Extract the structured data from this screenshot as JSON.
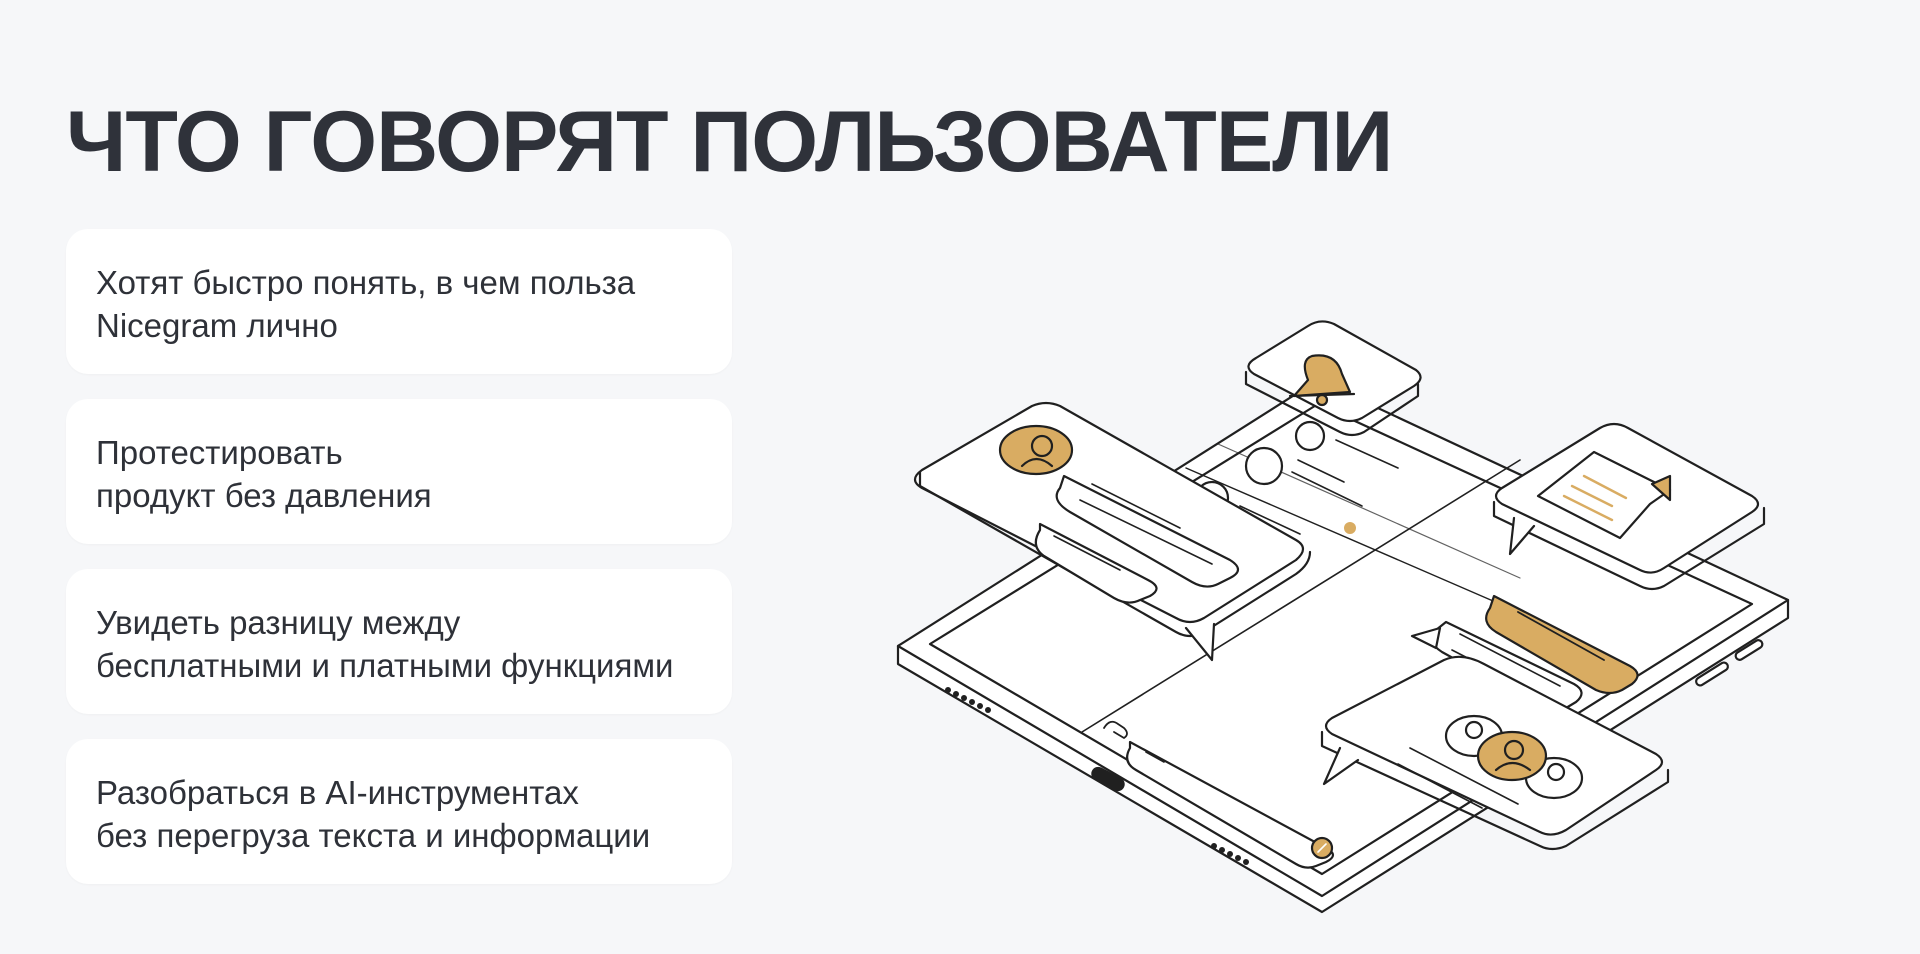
{
  "slide": {
    "title": "ЧТО ГОВОРЯТ ПОЛЬЗОВАТЕЛИ",
    "cards": [
      {
        "text": "Хотят быстро понять, в чем польза\nNicegram лично"
      },
      {
        "text": "Протестировать\nпродукт без давления"
      },
      {
        "text": "Увидеть разницу между\nбесплатными и платными функциями"
      },
      {
        "text": "Разобраться в AI-инструментах\nбез перегруза текста и информации"
      }
    ]
  },
  "illustration": {
    "accent_color": "#d9ac62",
    "stroke_color": "#202020",
    "icons": [
      "bell-icon",
      "avatar-icon",
      "document-icon",
      "group-avatars-icon",
      "paperclip-icon",
      "send-icon"
    ]
  }
}
